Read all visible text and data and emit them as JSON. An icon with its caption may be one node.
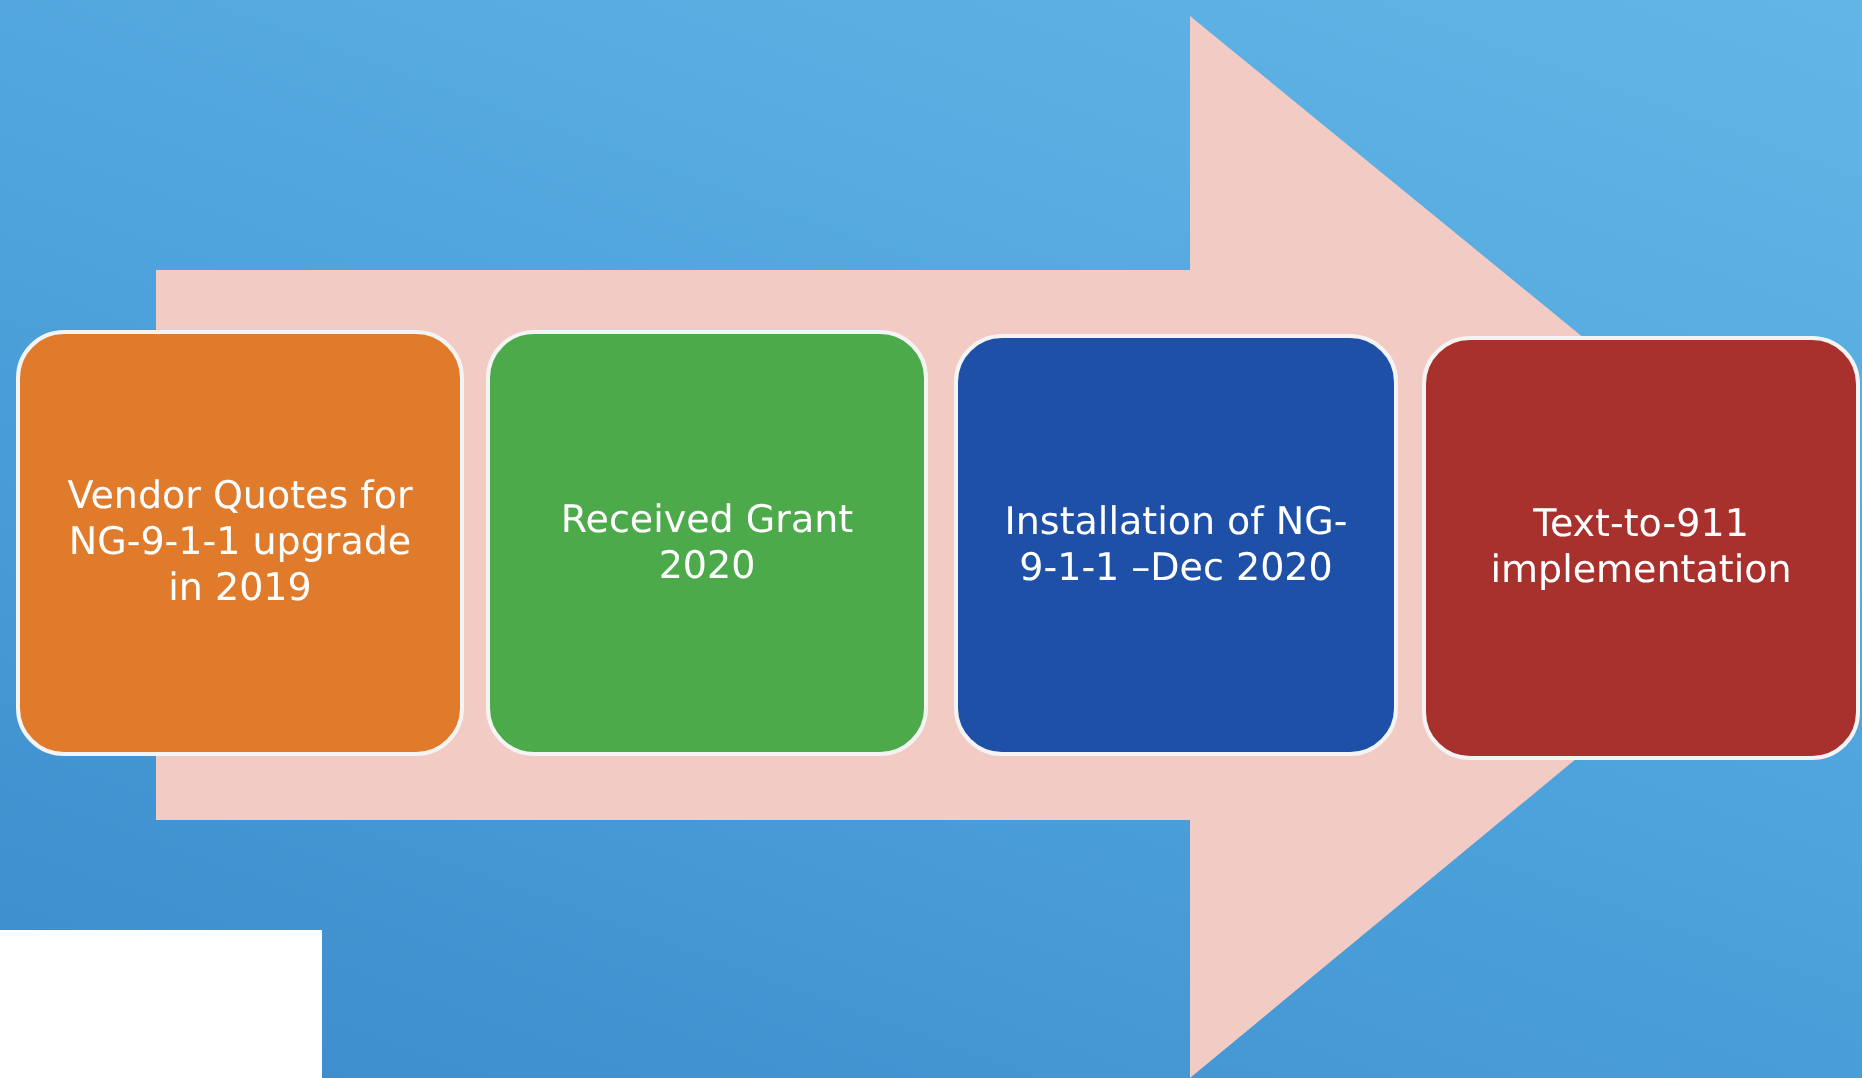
{
  "diagram": {
    "nodes": [
      {
        "text": [
          "Vendor Quotes for NG-9-1-1 upgrade in 2019"
        ]
      },
      {
        "text": [
          "Received Grant 2020"
        ]
      },
      {
        "text": [
          "Installation of NG-9-1-1 –Dec 2020"
        ]
      },
      {
        "text": [
          "Text-to-911 implementation"
        ]
      }
    ],
    "edges": [
      {
        "from": 0,
        "to": 3,
        "arrow": "to"
      }
    ]
  }
}
